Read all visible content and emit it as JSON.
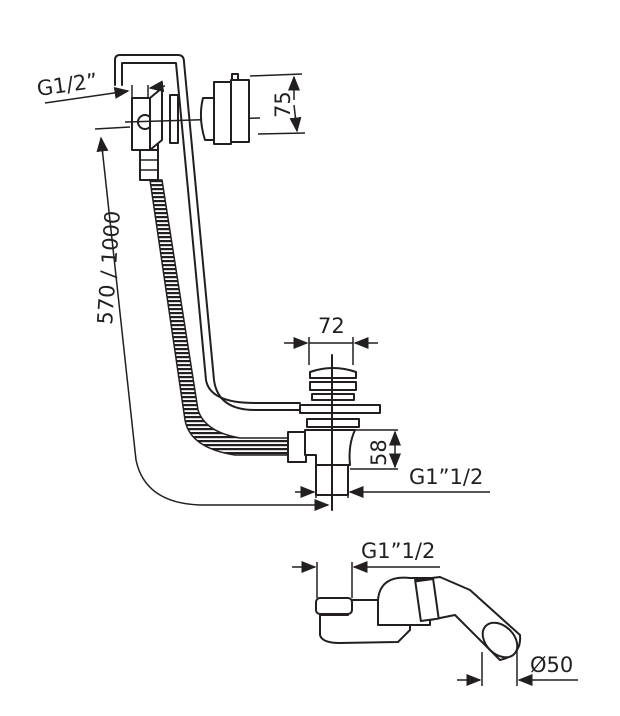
{
  "diagram": {
    "labels": {
      "inlet_thread": "G1/2”",
      "overflow_height": "75",
      "hose_length": "570 / 1000",
      "drain_diameter": "72",
      "drain_height": "58",
      "drain_thread": "G1”1/2",
      "trap_thread": "G1”1/2",
      "outlet_diameter": "Ø50"
    }
  }
}
